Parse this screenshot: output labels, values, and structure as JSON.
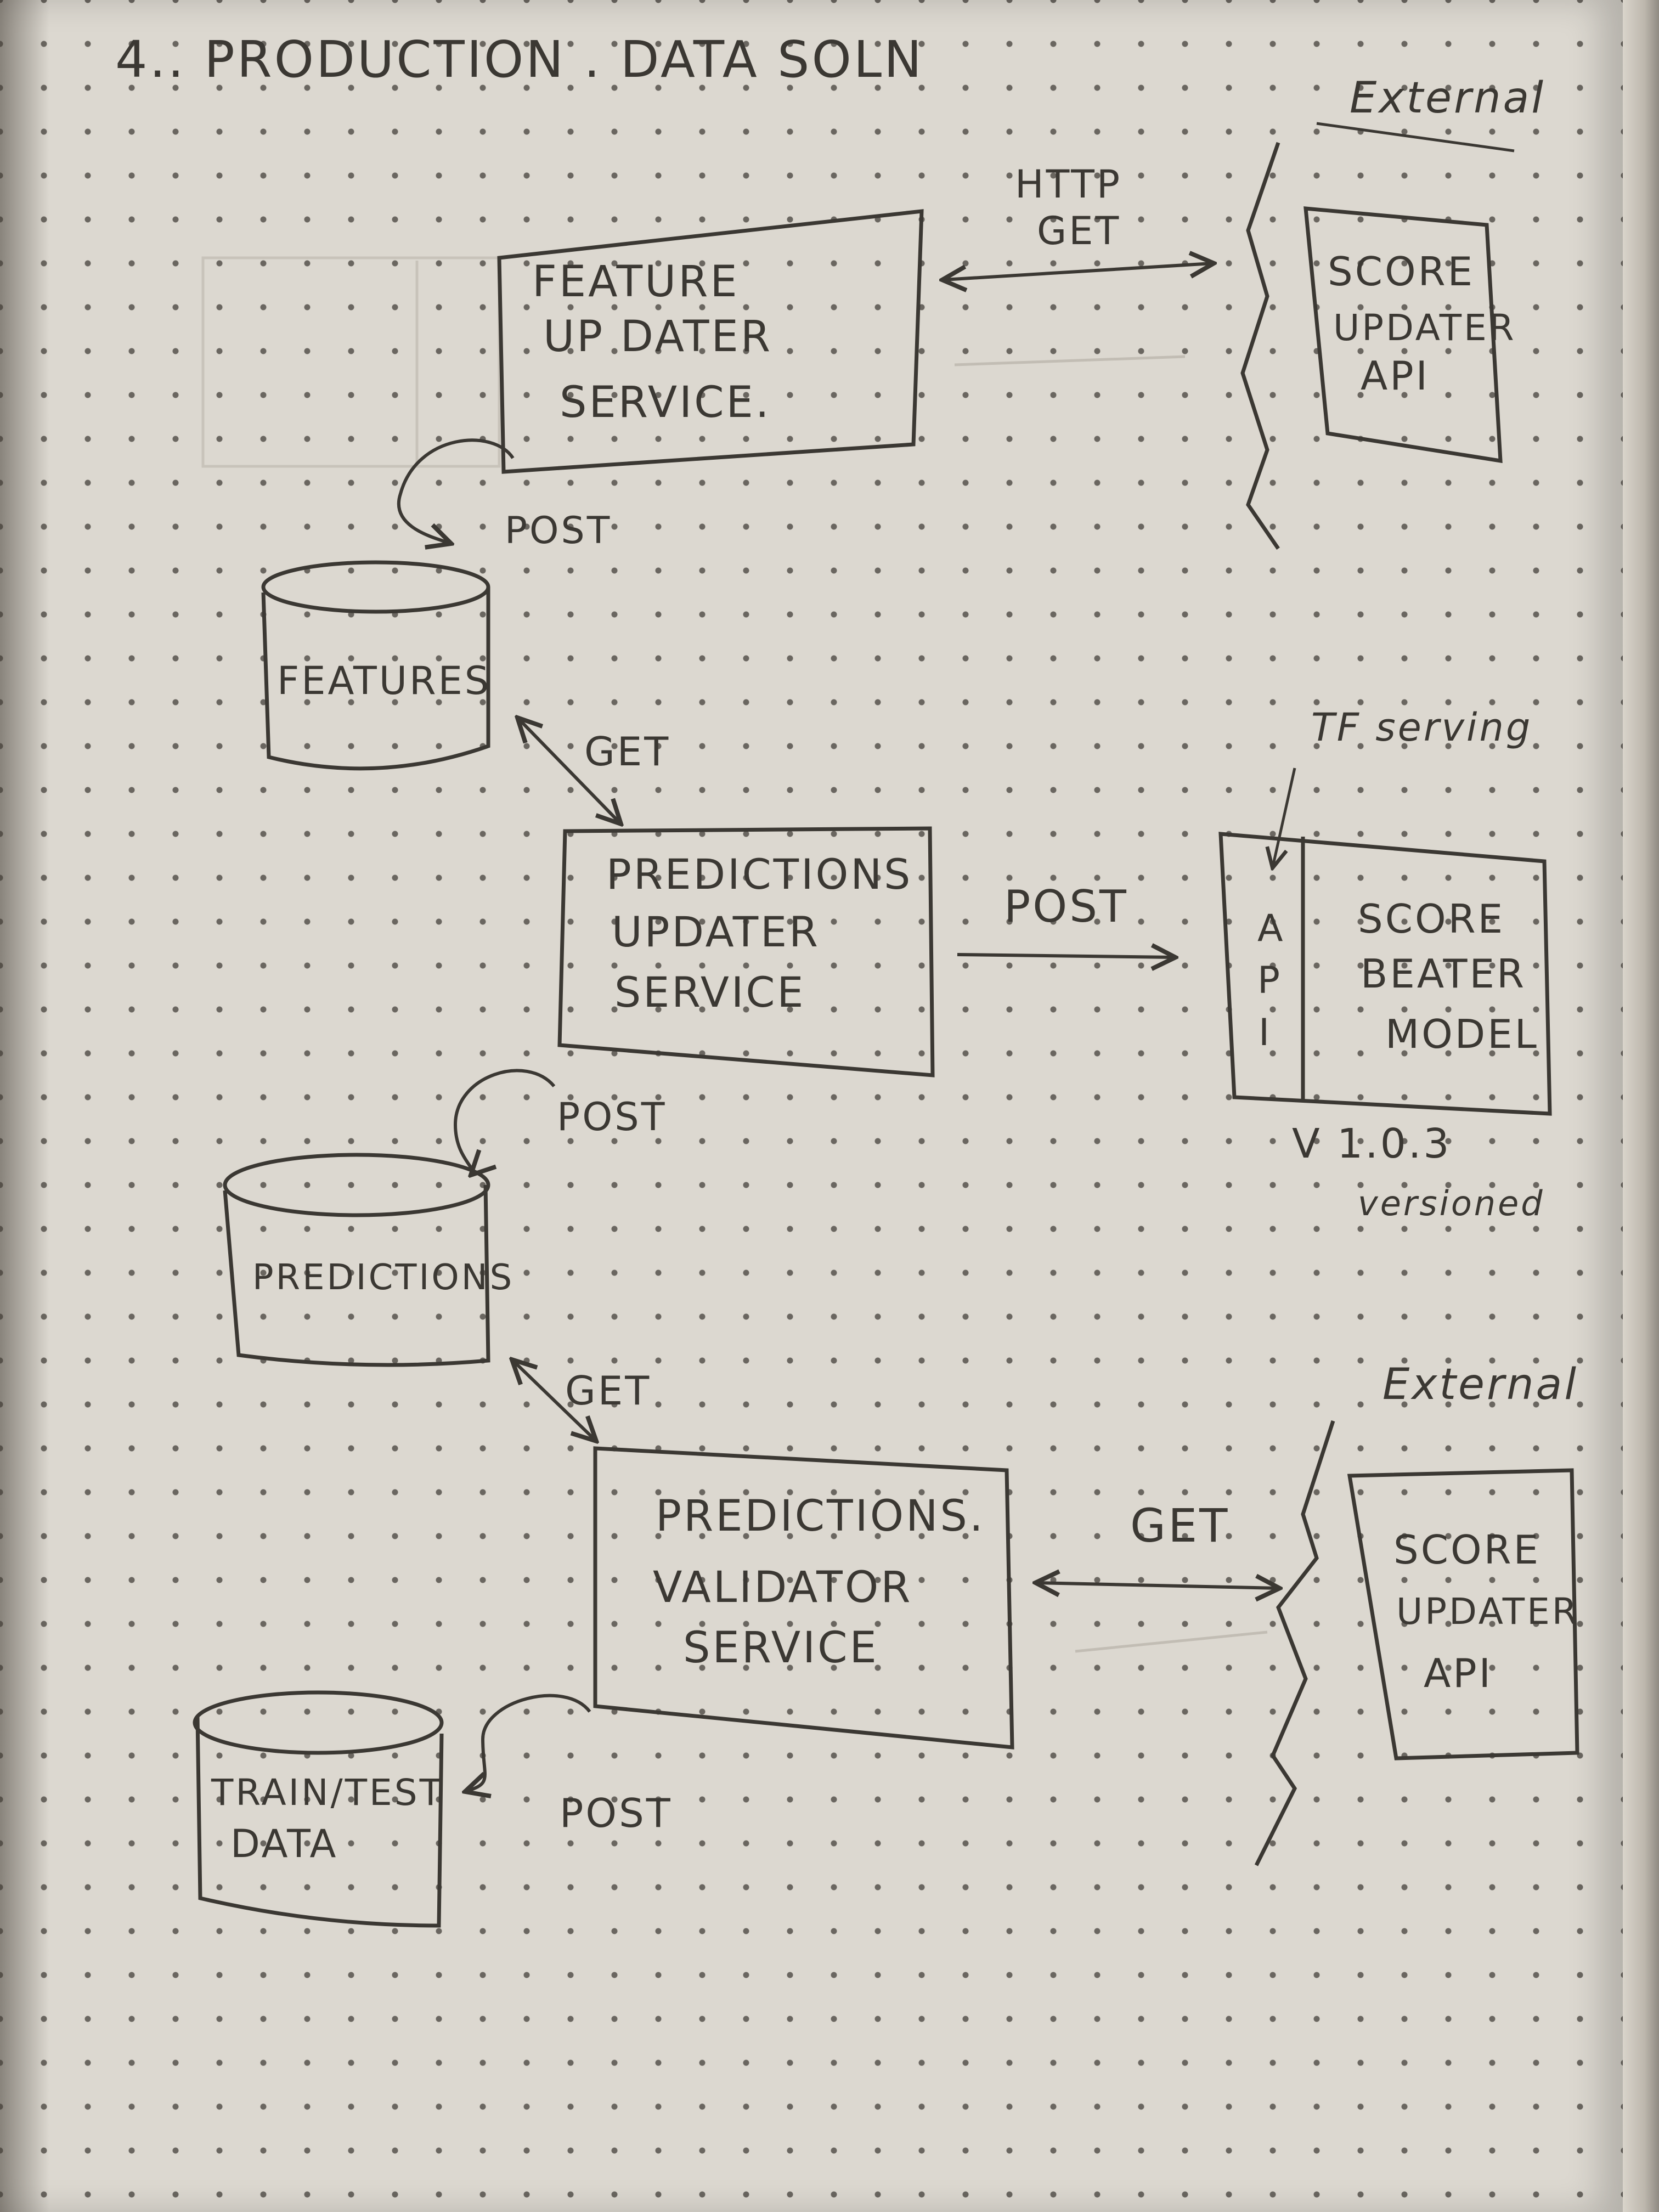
{
  "title": "4.. PRODUCTION . DATA SOLN",
  "colors": {
    "paper": "#dcd8d0",
    "ink": "#3b3833",
    "faint_ink": "#bdb8ae",
    "dot": "#6a6660"
  },
  "nodes": {
    "feature_updater": [
      "FEATURE",
      "UP DATER",
      "SERVICE."
    ],
    "score_updater_api_top": [
      "SCORE",
      "UPDATER",
      "API"
    ],
    "features_db": "FEATURES",
    "predictions_updater": [
      "PREDICTIONS",
      "UPDATER",
      "SERVICE"
    ],
    "score_beater_model": [
      "SCORE",
      "BEATER",
      "MODEL"
    ],
    "api_strip": [
      "A",
      "P",
      "I"
    ],
    "predictions_db": "PREDICTIONS",
    "predictions_validator": [
      "PREDICTIONS.",
      "VALIDATOR",
      "SERVICE"
    ],
    "score_updater_api_bottom": [
      "SCORE",
      "UPDATER",
      "API"
    ],
    "train_test_db": [
      "TRAIN/TEST",
      "DATA"
    ]
  },
  "labels": {
    "external_top": "External",
    "external_bottom": "External",
    "tf_serving": "TF serving",
    "version": "V 1.0.3",
    "versioned": "versioned"
  },
  "edges": {
    "http_get_line1": "HTTP",
    "http_get_line2": "GET",
    "post_features": "POST",
    "get_features": "GET",
    "post_model": "POST",
    "post_predictions": "POST",
    "get_predictions": "GET",
    "get_external": "GET",
    "post_train_test": "POST"
  }
}
